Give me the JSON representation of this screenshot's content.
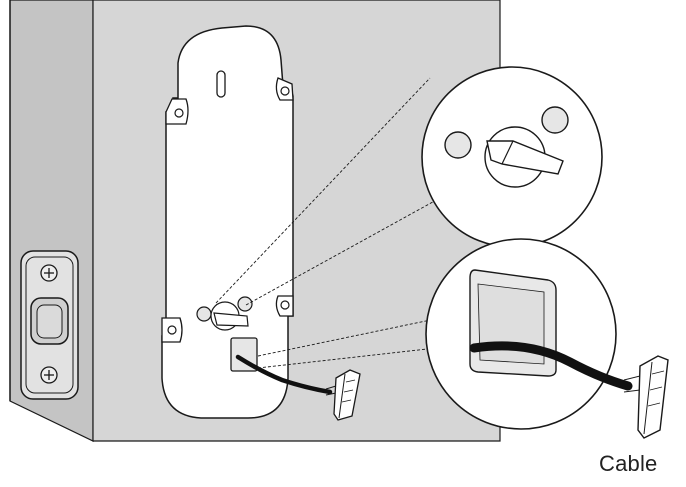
{
  "labels": {
    "cable": "Cable"
  },
  "colors": {
    "door_face": "#d4d4d4",
    "door_edge": "#c2c2c2",
    "line": "#1a1a1a",
    "plate": "#ffffff",
    "cable": "#111111",
    "hole_shade": "#e6e6e6"
  },
  "callouts": [
    {
      "name": "latch-hole-detail",
      "icon": "magnifier-circle"
    },
    {
      "name": "cable-detail",
      "icon": "magnifier-circle"
    }
  ]
}
